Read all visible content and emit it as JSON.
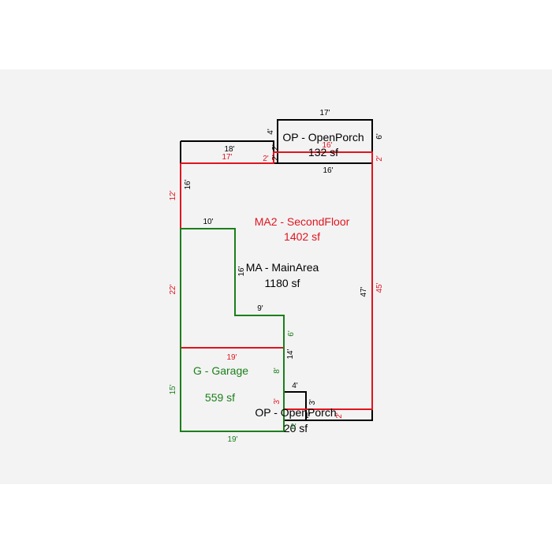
{
  "colors": {
    "background": "#f3f3f3",
    "black": "#000000",
    "red": "#e0141e",
    "green": "#1a7f1a"
  },
  "areas": {
    "open_porch_top": {
      "name": "OP - OpenPorch",
      "size": "132 sf"
    },
    "second_floor": {
      "name": "MA2 - SecondFloor",
      "size": "1402 sf"
    },
    "main_area": {
      "name": "MA - MainArea",
      "size": "1180 sf"
    },
    "garage": {
      "name": "G - Garage",
      "size": "559 sf"
    },
    "open_porch_bottom": {
      "name": "OP - OpenPorch",
      "size": "20 sf"
    }
  },
  "dimensions": {
    "op_top_width": "17'",
    "op_top_right": "6'",
    "op_top_bottom": "16'",
    "op_top_left": "4'",
    "black_top": "18'",
    "black_step_a": "2'",
    "black_step_b": "2'",
    "black_left": "16'",
    "black_notch_top": "10'",
    "black_notch_side": "16'",
    "black_notch_bottom": "9'",
    "black_mid": "14'",
    "black_right": "47'",
    "op_bottom_top": "4'",
    "op_bottom_side": "3'",
    "op_bottom_small": "1'",
    "red_top_right": "16'",
    "red_top_left": "17'",
    "red_step": "2'",
    "red_right_top": "2'",
    "red_left_upper": "12'",
    "red_left_lower": "22'",
    "red_right": "45'",
    "red_mid": "19'",
    "red_bottom": "2'",
    "green_left": "15'",
    "green_bottom": "19'",
    "green_right_upper": "6'",
    "green_right_mid": "8'",
    "green_right_lower": "3'",
    "green_small": "1'"
  }
}
